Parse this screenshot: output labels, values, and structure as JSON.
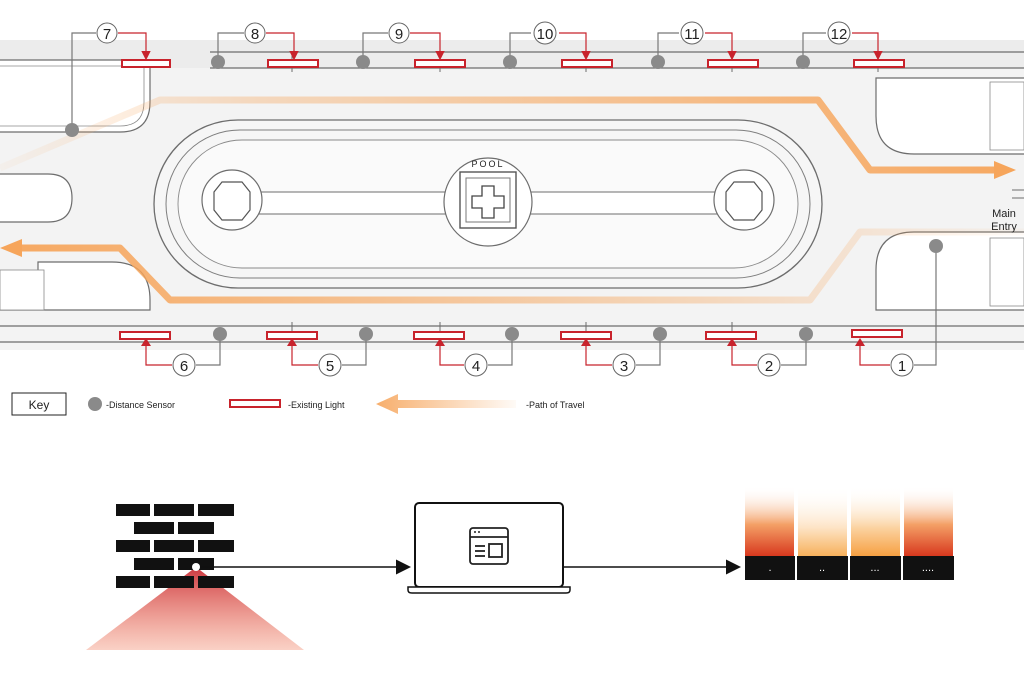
{
  "plan": {
    "pool_label": "POOL",
    "entry_label_line1": "Main",
    "entry_label_line2": "Entry"
  },
  "zones_top": [
    "7",
    "8",
    "9",
    "10",
    "11",
    "12"
  ],
  "zones_bottom": [
    "6",
    "5",
    "4",
    "3",
    "2",
    "1"
  ],
  "key": {
    "title": "Key",
    "sensor_label": "-Distance Sensor",
    "light_label": "-Existing Light",
    "path_label": "-Path of Travel"
  },
  "flow": {
    "display_dots": [
      ".",
      "..",
      "...",
      "...."
    ]
  },
  "colors": {
    "light_red": "#c8232c",
    "sensor_gray": "#8a8a8a",
    "path_orange": "#f6a55b",
    "plan_line": "#6d6d6d",
    "dark": "#111111"
  }
}
